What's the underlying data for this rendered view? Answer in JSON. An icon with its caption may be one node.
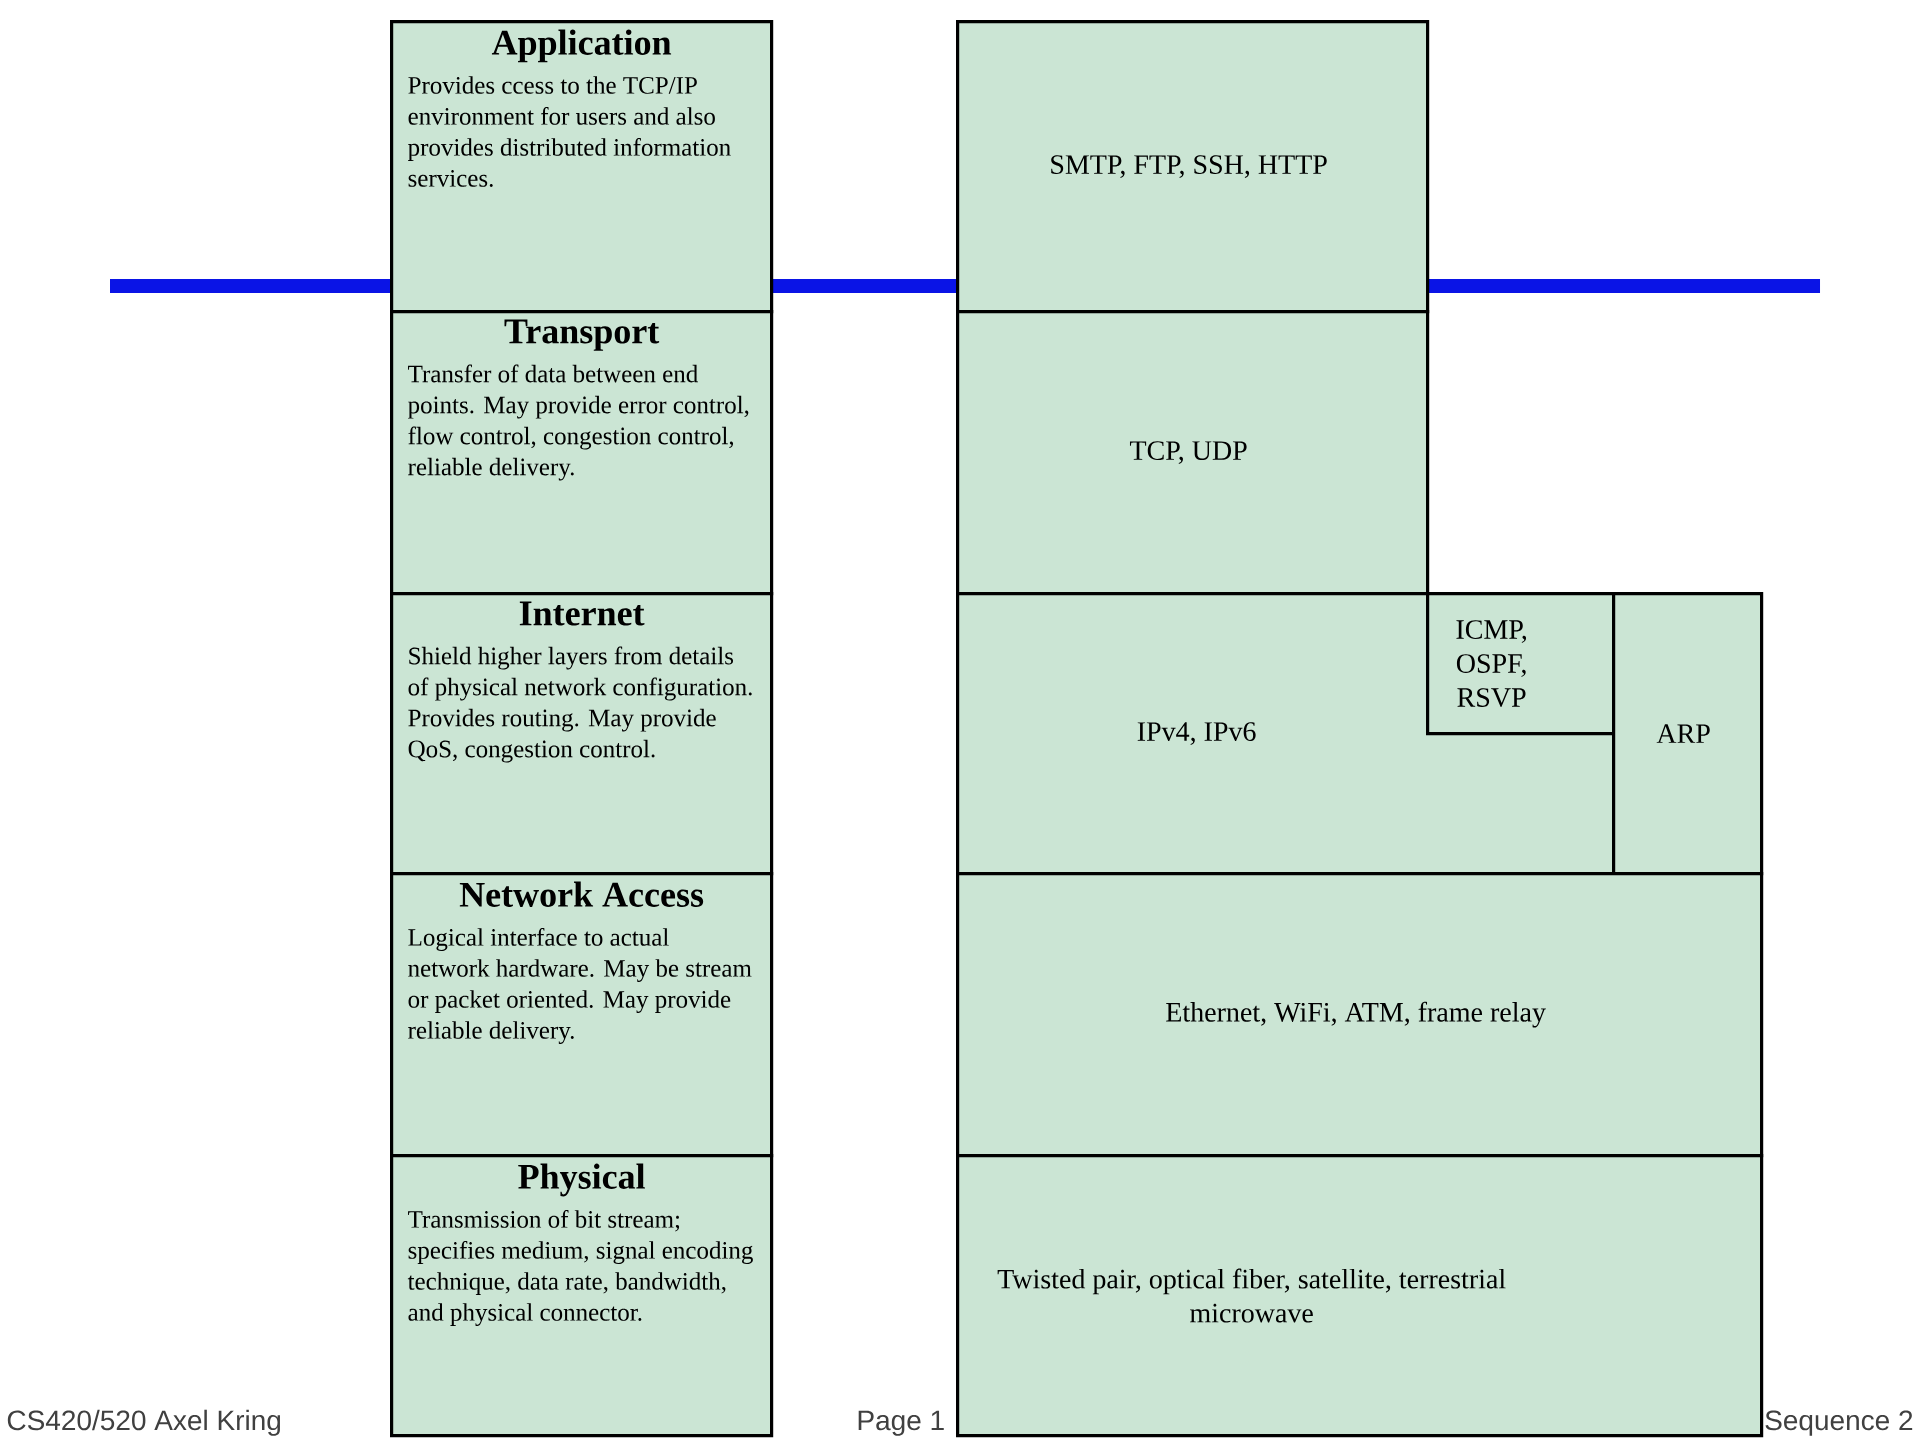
{
  "diagram": {
    "nodes": [
      {
        "text": [
          "Application",
          "Provides ccess to the TCP/IP environment for users and also provides distributed information services."
        ]
      },
      {
        "text": [
          "Transport",
          "Transfer of data between end points. May provide error control, flow control, congestion control, reliable delivery."
        ]
      },
      {
        "text": [
          "Internet",
          "Shield higher layers from details of physical network configuration. Provides routing. May provide QoS, congestion control."
        ]
      },
      {
        "text": [
          "Network Access",
          "Logical interface to actual network hardware. May be stream or packet oriented. May provide reliable delivery."
        ]
      },
      {
        "text": [
          "Physical",
          "Transmission of bit stream; specifies medium, signal encoding technique, data rate, bandwidth, and physical connector."
        ]
      },
      {
        "text": [
          "SMTP, FTP, SSH, HTTP"
        ]
      },
      {
        "text": [
          "TCP, UDP"
        ]
      },
      {
        "text": [
          "IPv4, IPv6"
        ]
      },
      {
        "text": [
          "ICMP, OSPF, RSVP"
        ],
        "in": 7
      },
      {
        "text": [
          "ARP"
        ]
      },
      {
        "text": [
          "Ethernet, WiFi, ATM, frame relay"
        ]
      },
      {
        "text": [
          "Twisted pair, optical fiber, satellite, terrestrial microwave"
        ]
      }
    ],
    "labels": [
      "CS420/520 Axel Kring",
      "Page 1",
      "Sequence 2"
    ]
  }
}
